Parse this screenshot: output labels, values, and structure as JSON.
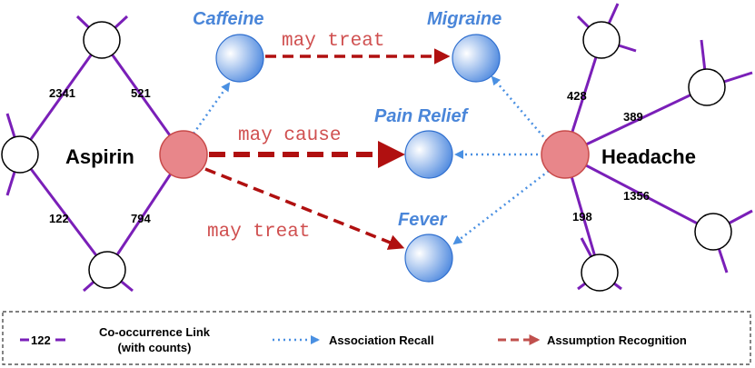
{
  "entities": {
    "aspirin": "Aspirin",
    "headache": "Headache",
    "caffeine": "Caffeine",
    "migraine": "Migraine",
    "pain_relief": "Pain Relief",
    "fever": "Fever"
  },
  "counts": {
    "aspirin_top": "2341",
    "aspirin_top_right": "521",
    "aspirin_bottom_left": "122",
    "aspirin_bottom_right": "794",
    "headache_top": "428",
    "headache_right_top": "389",
    "headache_right_bottom": "1356",
    "headache_bottom": "198"
  },
  "relations": {
    "caffeine_migraine": "may treat",
    "aspirin_pain_relief": "may cause",
    "aspirin_fever": "may treat"
  },
  "legend": {
    "cooccurrence_sample": "122",
    "cooccurrence_line1": "Co-occurrence Link",
    "cooccurrence_line2": "(with counts)",
    "association": "Association Recall",
    "assumption": "Assumption Recognition"
  },
  "colors": {
    "purple": "#7a1fb8",
    "blue": "#4a90e2",
    "dark_red": "#b01010",
    "entity_text_blue": "#4a86d9",
    "relation_text": "#d05050",
    "hub_fill": "#e8868a"
  }
}
